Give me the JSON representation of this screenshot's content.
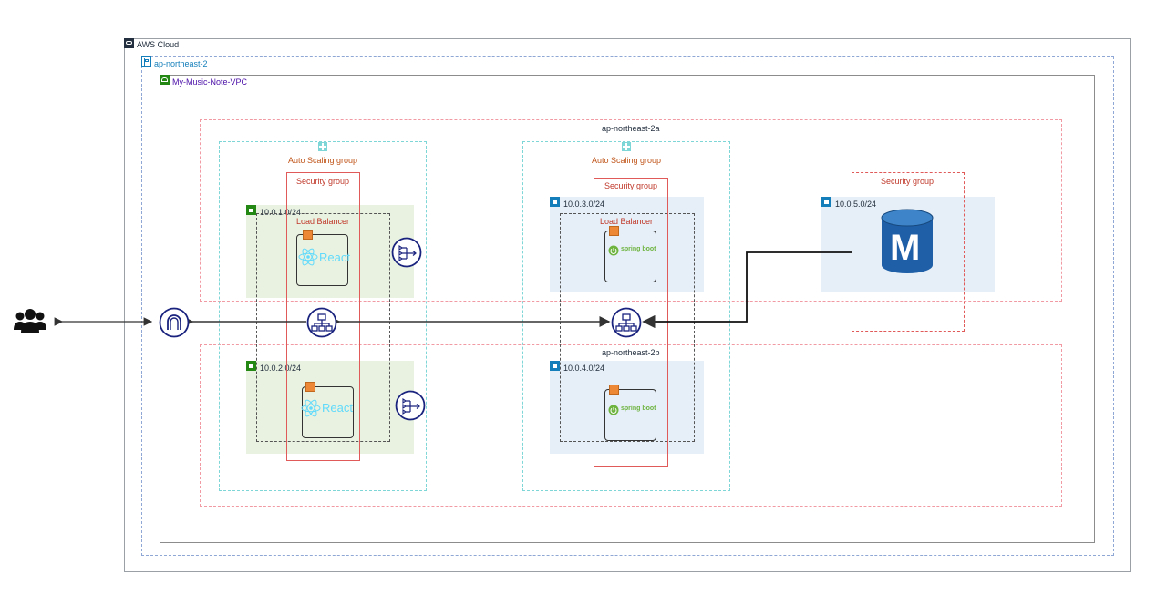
{
  "cloud": {
    "label": "AWS Cloud"
  },
  "region": {
    "label": "ap-northeast-2"
  },
  "vpc": {
    "label": "My-Music-Note-VPC"
  },
  "azs": [
    {
      "label": "ap-northeast-2a"
    },
    {
      "label": "ap-northeast-2b"
    }
  ],
  "asgs": [
    {
      "label": "Auto Scaling group"
    },
    {
      "label": "Auto Scaling group"
    }
  ],
  "security_groups": [
    {
      "label": "Security group"
    },
    {
      "label": "Security group"
    },
    {
      "label": "Security group"
    }
  ],
  "subnets": [
    {
      "cidr": "10.0.1.0/24"
    },
    {
      "cidr": "10.0.2.0/24"
    },
    {
      "cidr": "10.0.3.0/24"
    },
    {
      "cidr": "10.0.4.0/24"
    },
    {
      "cidr": "10.0.5.0/24"
    }
  ],
  "load_balancers": [
    {
      "label": "Load Balancer"
    },
    {
      "label": "Load Balancer"
    }
  ],
  "apps": {
    "frontend": "React",
    "backend": "spring boot",
    "database_letter": "M"
  },
  "colors": {
    "accent_blue": "#1a237e",
    "react_cyan": "#61dafb",
    "spring_green": "#6db33f",
    "db_blue": "#1f5fa8",
    "orange": "#ed8936"
  }
}
